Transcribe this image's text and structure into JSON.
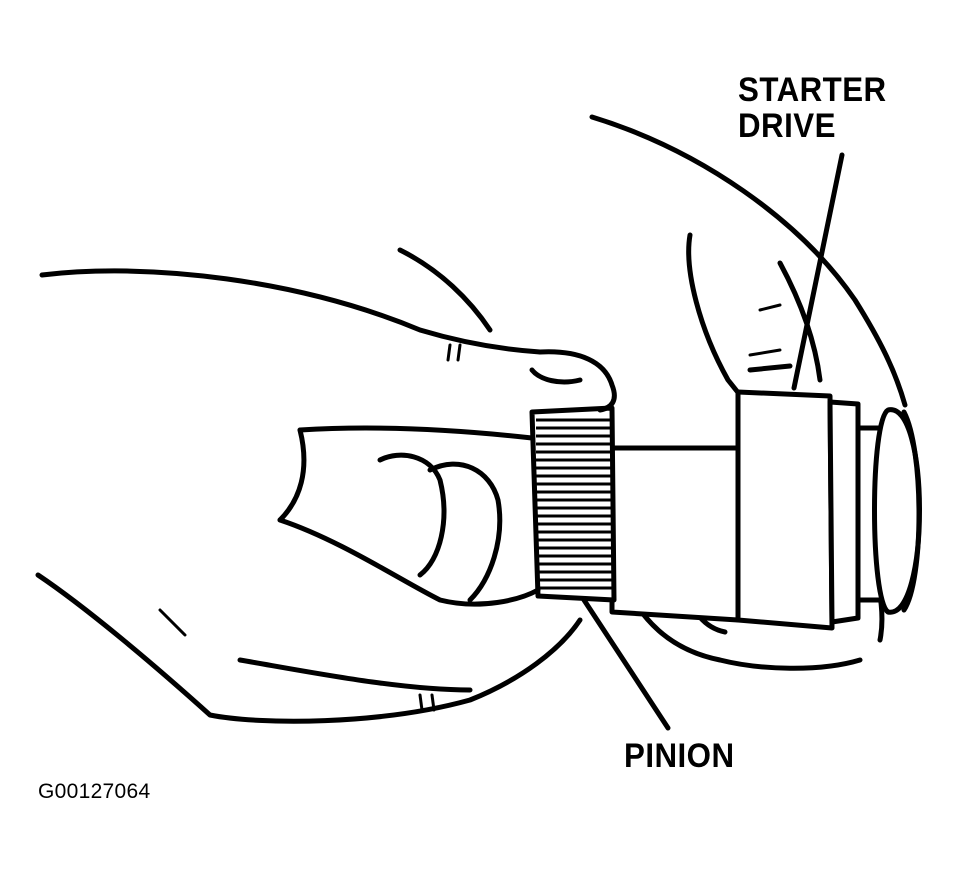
{
  "labels": {
    "starter_drive_line1": "STARTER",
    "starter_drive_line2": "DRIVE",
    "pinion": "PINION"
  },
  "figure_id": "G00127064",
  "colors": {
    "ink": "#000000",
    "paper": "#ffffff"
  }
}
